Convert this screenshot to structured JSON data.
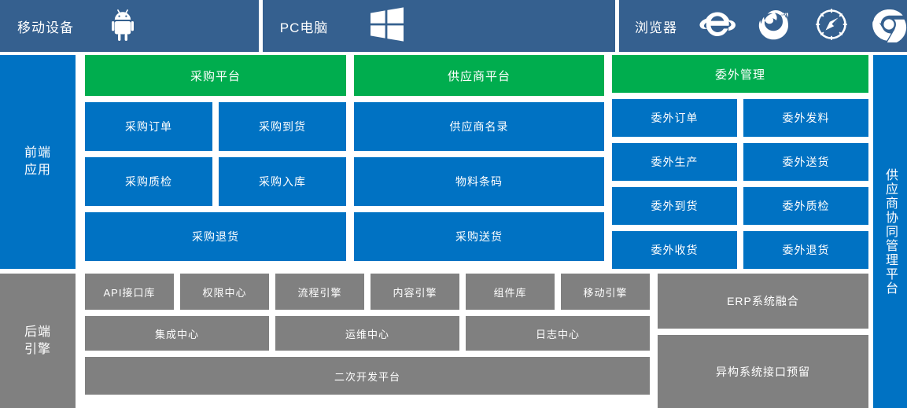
{
  "topbar": {
    "cells": [
      {
        "label": "移动设备",
        "icons": [
          "android-icon"
        ]
      },
      {
        "label": "PC电脑",
        "icons": [
          "windows-icon"
        ]
      },
      {
        "label": "浏览器",
        "icons": [
          "internet-explorer-icon",
          "firefox-icon",
          "safari-icon",
          "chrome-icon"
        ]
      }
    ]
  },
  "left_rail": {
    "frontend_label": "前端应用",
    "backend_label": "后端引擎"
  },
  "right_rail": {
    "label": "供应商协同管理平台"
  },
  "frontend": {
    "columns": [
      {
        "header": "采购平台",
        "grid": [
          "采购订单",
          "采购到货",
          "采购质检",
          "采购入库"
        ],
        "full": [
          "采购退货"
        ]
      },
      {
        "header": "供应商平台",
        "grid": [],
        "stack": [
          "供应商名录",
          "物料条码"
        ],
        "full": [
          "采购送货"
        ]
      },
      {
        "header": "委外管理",
        "grid": [
          "委外订单",
          "委外发料",
          "委外生产",
          "委外送货",
          "委外到货",
          "委外质检",
          "委外收货",
          "委外退货"
        ],
        "full": []
      }
    ]
  },
  "backend": {
    "row1": [
      "API接口库",
      "权限中心",
      "流程引擎",
      "内容引擎",
      "组件库",
      "移动引擎"
    ],
    "row2": [
      "集成中心",
      "运维中心",
      "日志中心"
    ],
    "row3": "二次开发平台",
    "right": [
      "ERP系统融合",
      "异构系统接口预留"
    ]
  },
  "colors": {
    "header_blue": "#35608f",
    "accent_blue": "#0072c3",
    "accent_green": "#00ad4e",
    "gray": "#808080",
    "white": "#ffffff"
  }
}
